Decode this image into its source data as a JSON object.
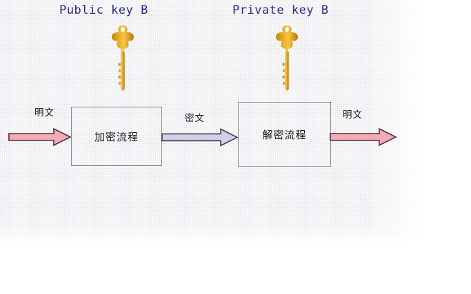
{
  "diagram": {
    "title_left": "Public key B",
    "title_right": "Private key B",
    "keys": [
      {
        "name": "public-key-b",
        "color": "#d99a16",
        "highlight": "#f5c542"
      },
      {
        "name": "private-key-b",
        "color": "#d99a16",
        "highlight": "#f5c542"
      }
    ],
    "boxes": [
      {
        "id": "encrypt",
        "label": "加密流程"
      },
      {
        "id": "decrypt",
        "label": "解密流程"
      }
    ],
    "flow_labels": {
      "plaintext_in": "明文",
      "ciphertext": "密文",
      "plaintext_out": "明文"
    },
    "arrows": [
      {
        "id": "input-arrow",
        "label": "明文",
        "fill": "#f6aab8",
        "stroke": "#4a3138"
      },
      {
        "id": "middle-arrow",
        "label": "密文",
        "fill": "#cfd0ee",
        "stroke": "#333333"
      },
      {
        "id": "output-arrow",
        "label": "明文",
        "fill": "#f6aab8",
        "stroke": "#4a3138"
      }
    ],
    "colors": {
      "label_text": "#292a86",
      "box_border": "#8a8a8a",
      "box_text": "#181818",
      "pink_arrow": "#f6aab8",
      "blue_arrow": "#cfd0ee",
      "key_gold": "#d99a16",
      "paper": "#fbfbfc"
    }
  }
}
